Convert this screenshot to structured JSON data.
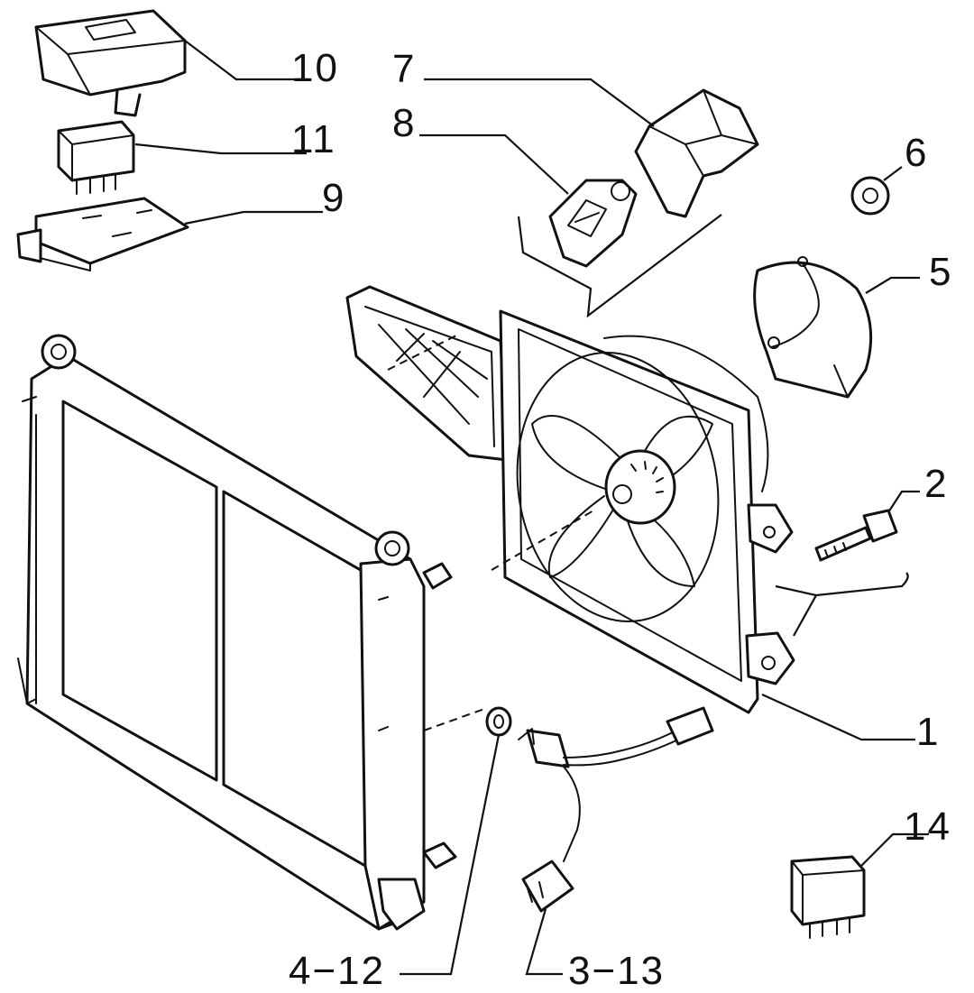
{
  "labels": {
    "p1": "1",
    "p2": "2",
    "p3_13": "3−13",
    "p4_12": "4−12",
    "p5": "5",
    "p6": "6",
    "p7": "7",
    "p8": "8",
    "p9": "9",
    "p10": "10",
    "p11": "11",
    "p14": "14"
  },
  "colors": {
    "line": "#111111",
    "background": "#ffffff"
  }
}
